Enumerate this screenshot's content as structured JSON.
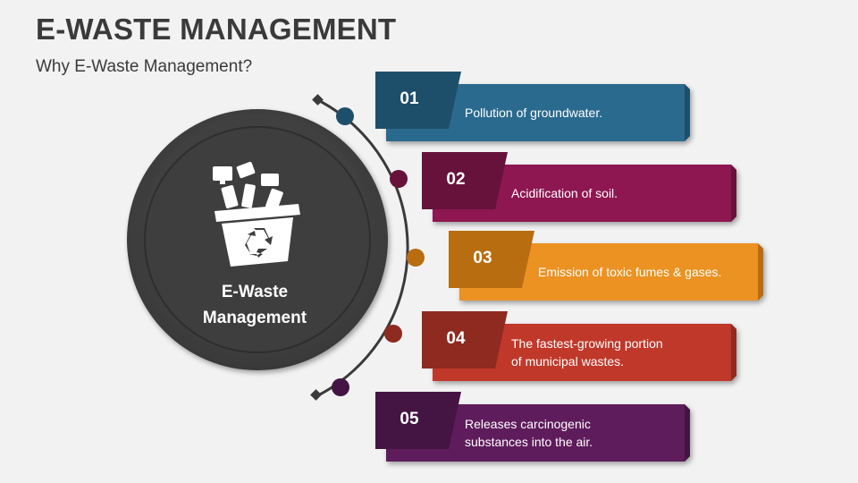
{
  "header": {
    "title": "E-WASTE MANAGEMENT",
    "subtitle": "Why E-Waste Management?"
  },
  "center": {
    "label_line1": "E-Waste",
    "label_line2": "Management",
    "icon": "recycle-bin-electronics-icon"
  },
  "items": [
    {
      "number": "01",
      "line1": "Pollution of groundwater.",
      "line2": "",
      "color": "#2a6b8e",
      "color_dark": "#1e4f6a"
    },
    {
      "number": "02",
      "line1": "Acidification of soil.",
      "line2": "",
      "color": "#8e1951",
      "color_dark": "#66123a"
    },
    {
      "number": "03",
      "line1": "Emission of toxic fumes & gases.",
      "line2": "",
      "color": "#eb9220",
      "color_dark": "#b86d10"
    },
    {
      "number": "04",
      "line1": "The fastest-growing portion",
      "line2": "of municipal wastes.",
      "color": "#c0392b",
      "color_dark": "#8e2a20"
    },
    {
      "number": "05",
      "line1": "Releases carcinogenic",
      "line2": "substances into the air.",
      "color": "#5e1e5c",
      "color_dark": "#441543"
    }
  ],
  "colors": {
    "background": "#f2f2f2",
    "circle_outer": "#4a4a4a",
    "circle_inner": "#3c3c3c",
    "arc": "#3a3a3a"
  }
}
